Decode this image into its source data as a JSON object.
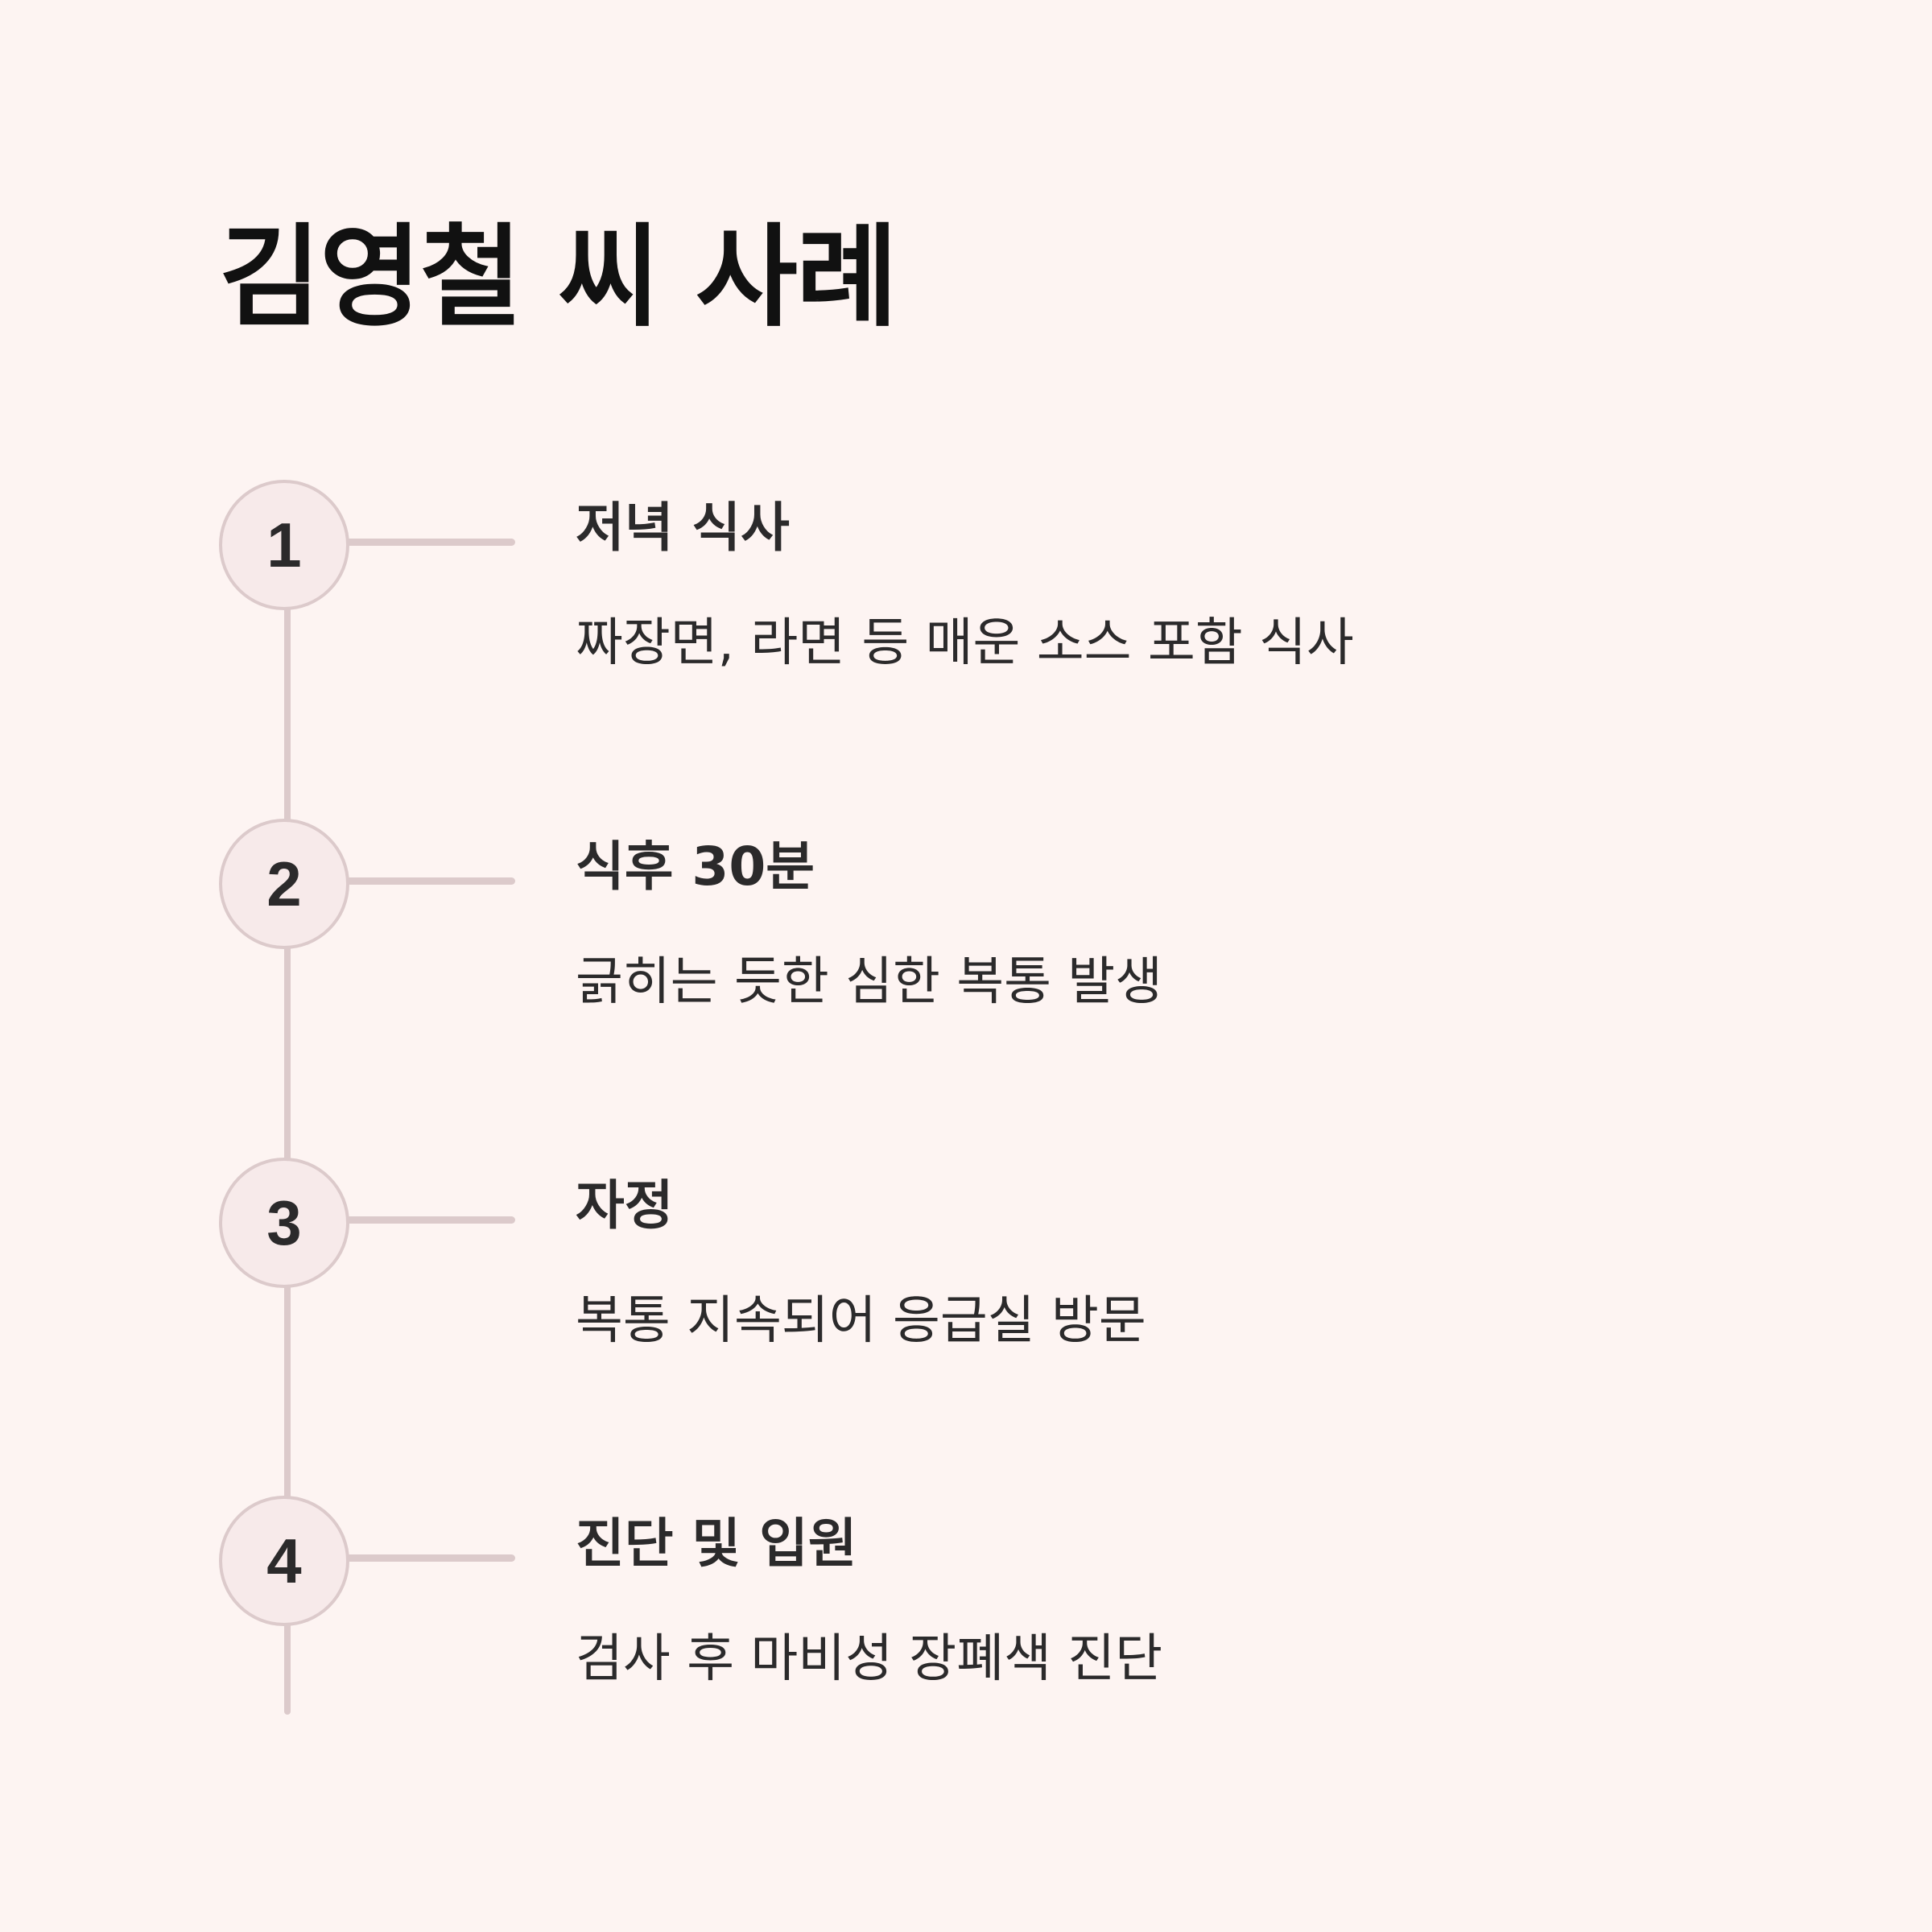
{
  "title": "김영철 씨 사례",
  "colors": {
    "background": "#fdf4f2",
    "line": "#dccacb",
    "node_fill": "#f7eaea",
    "text": "#2b2a2b"
  },
  "steps": [
    {
      "number": "1",
      "title": "저녁 식사",
      "description": "짜장면, 라면 등 매운 소스 포함 식사"
    },
    {
      "number": "2",
      "title": "식후 30분",
      "description": "긁히는 듯한 심한 복통 발생"
    },
    {
      "number": "3",
      "title": "자정",
      "description": "복통 지속되어 응급실 방문"
    },
    {
      "number": "4",
      "title": "진단 및 입원",
      "description": "검사 후 마비성 장폐색 진단"
    }
  ]
}
